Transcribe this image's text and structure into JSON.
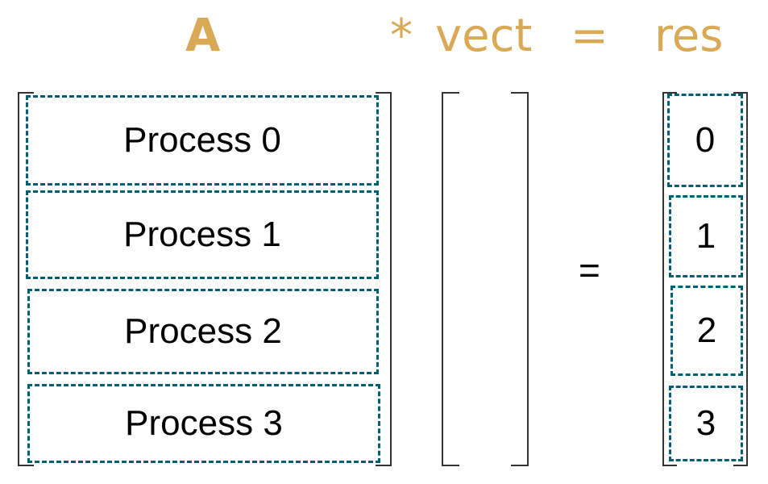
{
  "colors": {
    "header": "#d9a955",
    "dashed_border": "#005f73",
    "bracket": "#333333",
    "text": "#000000"
  },
  "header": {
    "matrix": "A",
    "operator": "*",
    "vector": "vect",
    "equals": "=",
    "result": "res"
  },
  "matrix_rows": [
    "Process 0",
    "Process 1",
    "Process 2",
    "Process 3"
  ],
  "middle_equals": "=",
  "result_rows": [
    "0",
    "1",
    "2",
    "3"
  ]
}
